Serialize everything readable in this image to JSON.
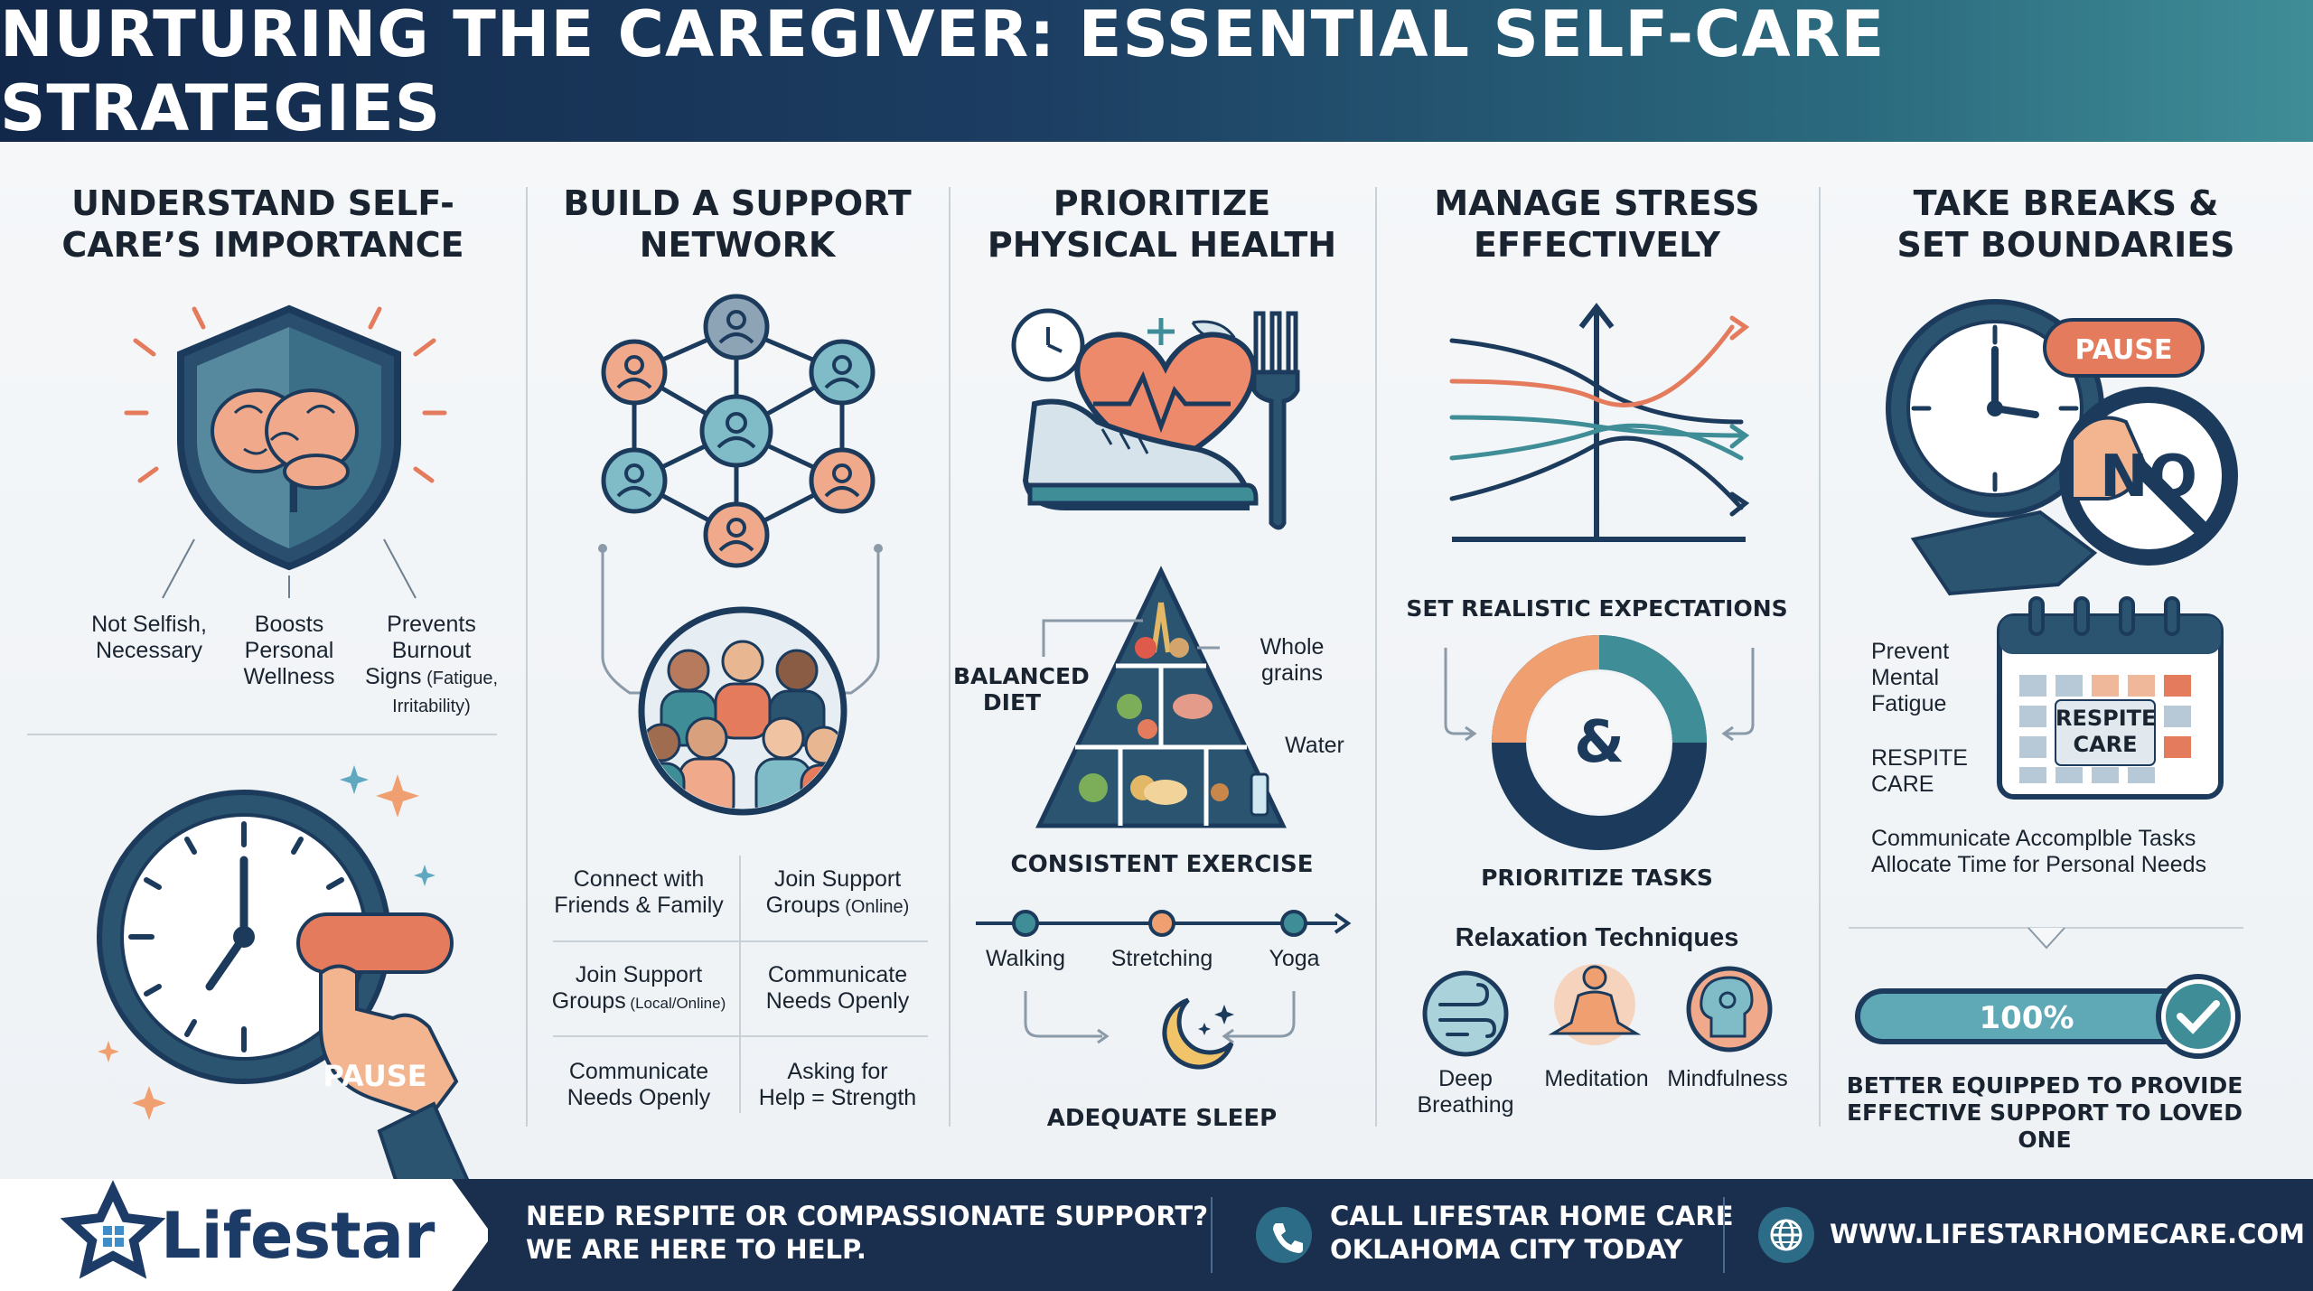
{
  "header": {
    "title": "NURTURING THE CAREGIVER: ESSENTIAL SELF-CARE STRATEGIES"
  },
  "columns": {
    "c1": {
      "title_l1": "UNDERSTAND SELF-",
      "title_l2": "CARE’S IMPORTANCE",
      "points": [
        {
          "l1": "Not Selfish,",
          "l2": "Necessary"
        },
        {
          "l1": "Boosts",
          "l2": "Personal",
          "l3": "Wellness"
        },
        {
          "l1": "Prevents",
          "l2": "Burnout",
          "l3": "Signs",
          "l3_small": " (Fatigue,",
          "l4": "Irritability)"
        }
      ],
      "pause": "PAUSE"
    },
    "c2": {
      "title_l1": "BUILD A SUPPORT",
      "title_l2": "NETWORK",
      "grid": [
        {
          "l1": "Connect with",
          "l2": "Friends & Family"
        },
        {
          "l1": "Join Support",
          "l2": "Groups",
          "l2_small": " (Online)"
        },
        {
          "l1": "Join Support",
          "l2": "Groups",
          "l2_small": " (Local/Online)"
        },
        {
          "l1": "Communicate",
          "l2": "Needs Openly"
        },
        {
          "l1": "Communicate",
          "l2": "Needs Openly"
        },
        {
          "l1": "Asking for",
          "l2": "Help = Strength"
        }
      ]
    },
    "c3": {
      "title_l1": "PRIORITIZE",
      "title_l2": "PHYSICAL HEALTH",
      "balanced_l1": "BALANCED",
      "balanced_l2": "DIET",
      "whole_l1": "Whole",
      "whole_l2": "grains",
      "water": "Water",
      "exercise": "CONSISTENT EXERCISE",
      "walking": "Walking",
      "stretching": "Stretching",
      "yoga": "Yoga",
      "sleep": "ADEQUATE SLEEP"
    },
    "c4": {
      "title_l1": "MANAGE STRESS",
      "title_l2": "EFFECTIVELY",
      "expectations": "SET REALISTIC EXPECTATIONS",
      "amp": "&",
      "prioritize": "PRIORITIZE TASKS",
      "relax": "Relaxation Techniques",
      "deep_l1": "Deep",
      "deep_l2": "Breathing",
      "meditation": "Meditation",
      "mindfulness": "Mindfulness"
    },
    "c5": {
      "title_l1": "TAKE BREAKS &",
      "title_l2": "SET BOUNDARIES",
      "pause": "PAUSE",
      "no": "NO",
      "prevent_l1": "Prevent",
      "prevent_l2": "Mental",
      "prevent_l3": "Fatigue",
      "respite_l1": "RESPITE",
      "respite_l2": "CARE",
      "cal_l1": "RESPITE",
      "cal_l2": "CARE",
      "comm_l1": "Communicate Accomplble Tasks",
      "comm_l2": "Allocate Time for Personal Needs",
      "progress_label": "100%",
      "progress_value": 100,
      "equipped_l1": "BETTER EQUIPPED TO PROVIDE",
      "equipped_l2": "EFFECTIVE SUPPORT TO LOVED ONE"
    }
  },
  "footer": {
    "brand": "Lifestar",
    "need_l1": "NEED RESPITE OR COMPASSIONATE SUPPORT?",
    "need_l2": "WE ARE HERE TO HELP.",
    "call_l1": "CALL LIFESTAR HOME CARE",
    "call_l2": "OKLAHOMA CITY TODAY",
    "website": "WWW.LIFESTARHOMECARE.COM"
  },
  "colors": {
    "navy": "#1c3b5c",
    "teal": "#3f8d97",
    "coral": "#e47b5c",
    "peach": "#f0b89a"
  },
  "icons": [
    "shield-brain-icon",
    "clock-icon",
    "pause-hand-icon",
    "network-icon",
    "group-people-icon",
    "heart-shoe-fork-icon",
    "food-pyramid-icon",
    "moon-icon",
    "arrows-icon",
    "donut-icon",
    "breathing-icon",
    "meditation-icon",
    "mindfulness-icon",
    "no-icon",
    "calendar-icon",
    "check-icon",
    "phone-icon",
    "globe-icon",
    "star-logo-icon"
  ]
}
